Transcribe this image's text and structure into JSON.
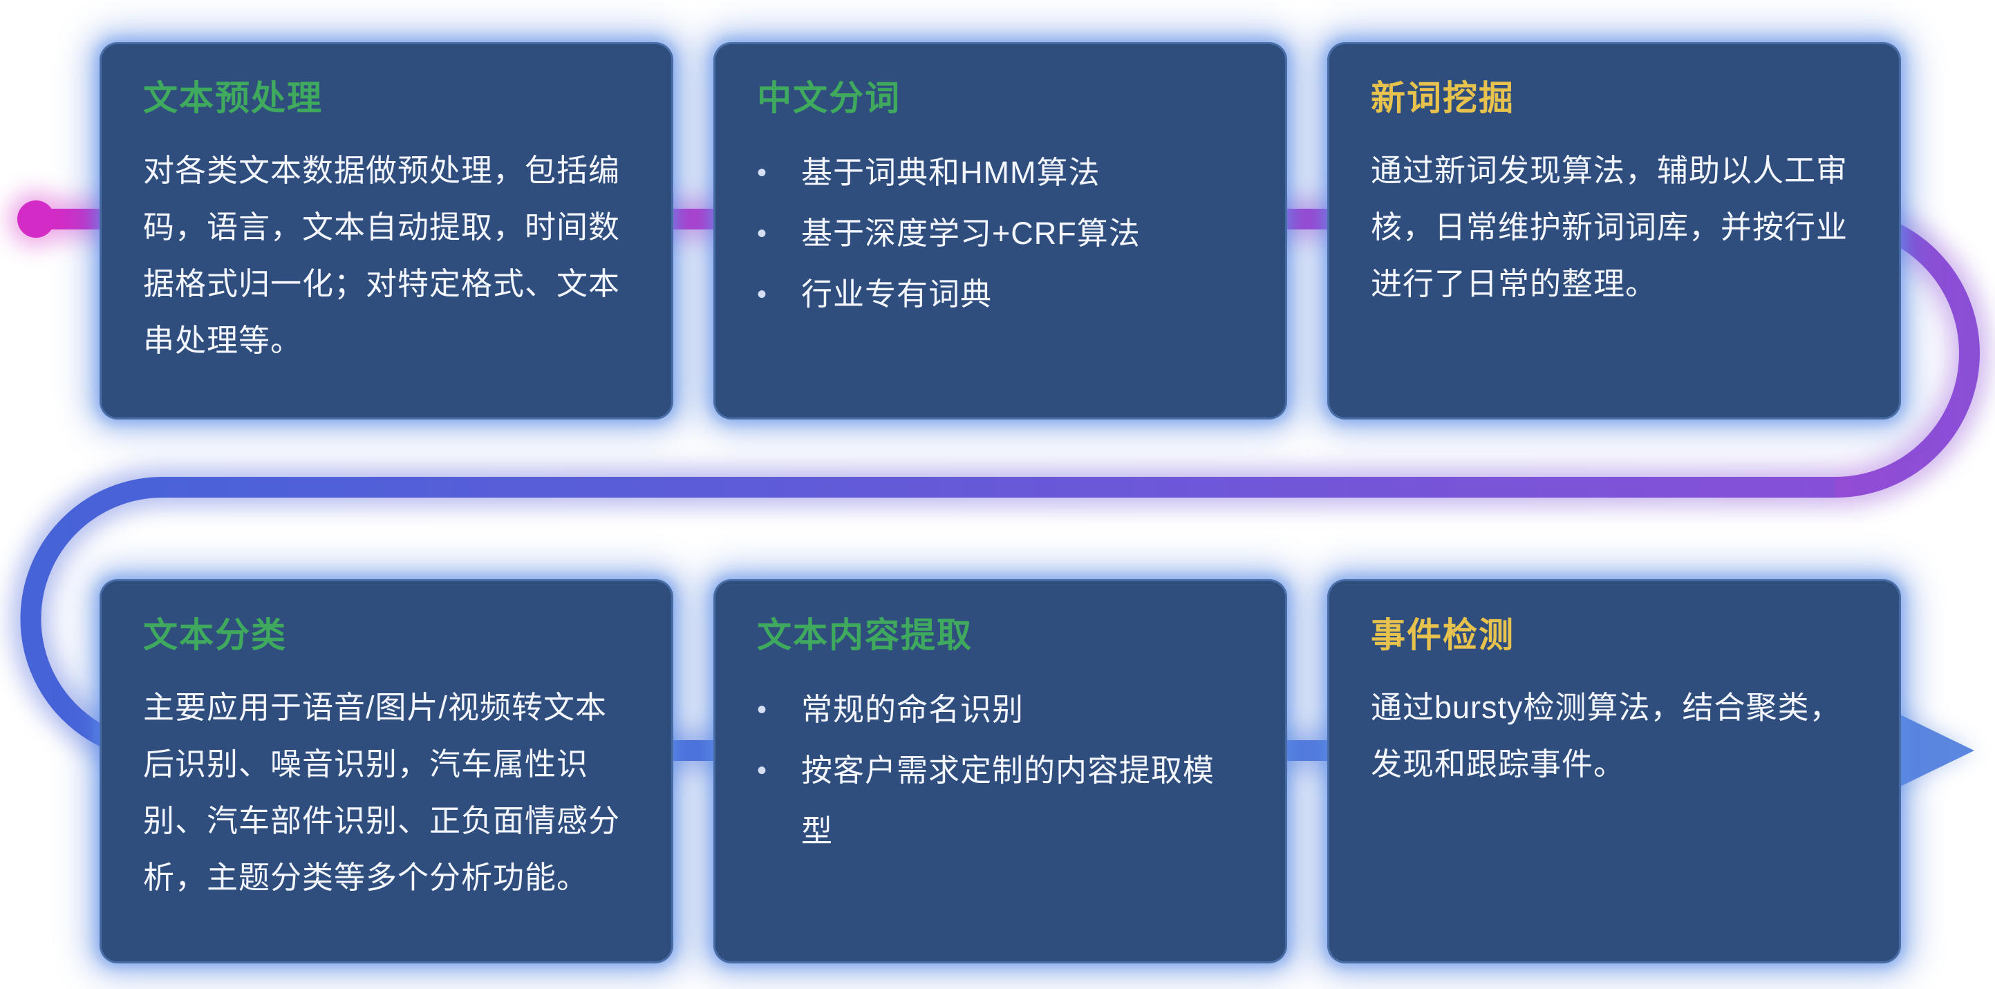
{
  "bullet_char": "•",
  "line": {
    "magenta": "#d32cc6",
    "magenta2": "#c433cb",
    "purple": "#8b4fd6",
    "indigo": "#6a58d8",
    "blue": "#4663d8",
    "blue2": "#5b87e0"
  },
  "card_colors": {
    "background": "#2f4e7d",
    "glow": "#4d7dd8",
    "title_green": "#3fa95d",
    "title_yellow": "#e7c24d",
    "body_text": "#f4f7ff"
  },
  "cards": [
    {
      "title": "文本预处理",
      "body": "对各类文本数据做预处理，包括编码，语言，文本自动提取，时间数据格式归一化；对特定格式、文本串处理等。"
    },
    {
      "title": "中文分词",
      "bullets": [
        "基于词典和HMM算法",
        "基于深度学习+CRF算法",
        "行业专有词典"
      ]
    },
    {
      "title": "新词挖掘",
      "body": "通过新词发现算法，辅助以人工审核，日常维护新词词库，并按行业进行了日常的整理。"
    },
    {
      "title": "文本分类",
      "body": "主要应用于语音/图片/视频转文本后识别、噪音识别，汽车属性识别、汽车部件识别、正负面情感分析，主题分类等多个分析功能。"
    },
    {
      "title": "文本内容提取",
      "bullets": [
        "常规的命名识别",
        "按客户需求定制的内容提取模型"
      ]
    },
    {
      "title": "事件检测",
      "body": "通过bursty检测算法，结合聚类，发现和跟踪事件。"
    }
  ]
}
